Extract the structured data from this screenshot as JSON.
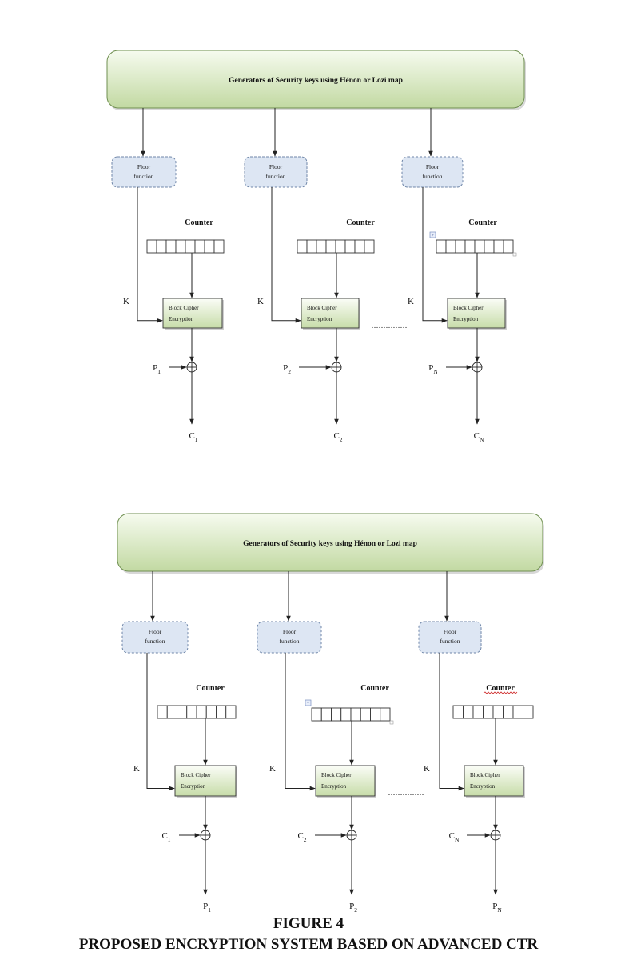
{
  "figure": {
    "number": "FIGURE 4",
    "title": "PROPOSED ENCRYPTION SYSTEM BASED ON ADVANCED CTR"
  },
  "colors": {
    "generator_fill_top": "#f6fbef",
    "generator_fill_bottom": "#c2d9a2",
    "generator_stroke": "#6f8f50",
    "floor_fill": "#dde6f3",
    "floor_stroke": "#6f86a8",
    "cipher_fill_top": "#fbfdf7",
    "cipher_fill_bottom": "#c7dca9",
    "cipher_stroke": "#333333",
    "line": "#222222",
    "spell_underline": "#cc2222"
  },
  "panels": [
    {
      "id": "encryption",
      "generator_label": "Generators of Security keys using Hénon or Lozi map",
      "columns": [
        {
          "floor_label": [
            "Floor",
            "function"
          ],
          "counter_label": "Counter",
          "key_label": "K",
          "cipher_label": [
            "Block Cipher",
            "Encryption"
          ],
          "input_label": "P",
          "input_sub": "1",
          "output_label": "C",
          "output_sub": "1"
        },
        {
          "floor_label": [
            "Floor",
            "function"
          ],
          "counter_label": "Counter",
          "key_label": "K",
          "cipher_label": [
            "Block Cipher",
            "Encryption"
          ],
          "input_label": "P",
          "input_sub": "2",
          "output_label": "C",
          "output_sub": "2"
        },
        {
          "floor_label": [
            "Floor",
            "function"
          ],
          "counter_label": "Counter",
          "key_label": "K",
          "cipher_label": [
            "Block Cipher",
            "Encryption"
          ],
          "input_label": "P",
          "input_sub": "N",
          "output_label": "C",
          "output_sub": "N"
        }
      ],
      "ellipsis": "……………"
    },
    {
      "id": "decryption",
      "generator_label": "Generators of Security keys using Hénon or Lozi map",
      "columns": [
        {
          "floor_label": [
            "Floor",
            "function"
          ],
          "counter_label": "Counter",
          "key_label": "K",
          "cipher_label": [
            "Block Cipher",
            "Encryption"
          ],
          "input_label": "C",
          "input_sub": "1",
          "output_label": "P",
          "output_sub": "1"
        },
        {
          "floor_label": [
            "Floor",
            "function"
          ],
          "counter_label": "Counter",
          "key_label": "K",
          "cipher_label": [
            "Block Cipher",
            "Encryption"
          ],
          "input_label": "C",
          "input_sub": "2",
          "output_label": "P",
          "output_sub": "2"
        },
        {
          "floor_label": [
            "Floor",
            "function"
          ],
          "counter_label": "Counter",
          "key_label": "K",
          "cipher_label": [
            "Block Cipher",
            "Encryption"
          ],
          "input_label": "C",
          "input_sub": "N",
          "output_label": "P",
          "output_sub": "N"
        }
      ],
      "ellipsis": "……………"
    }
  ]
}
